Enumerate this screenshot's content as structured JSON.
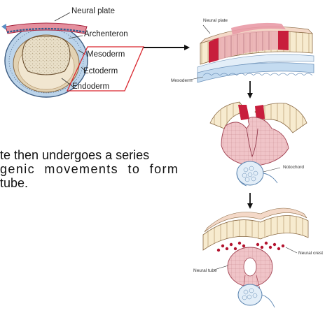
{
  "labels": {
    "neural_plate": "Neural plate",
    "archenteron": "Archenteron",
    "mesoderm": "Mesoderm",
    "ectoderm": "Ectoderm",
    "endoderm": "Endoderm",
    "neural_plate_small": "Neural plate",
    "mesoderm_small": "Mesoderm",
    "notochord": "Notochord",
    "neural_crest": "Neural crest",
    "neural_tube": "Neural tube"
  },
  "text": {
    "line1": "te then undergoes a series",
    "line2": "genic movements to form",
    "line3": "tube."
  },
  "colors": {
    "ectoderm_blue": "#b9d3ec",
    "neural_pink": "#e7a0ab",
    "neural_red": "#cc1f3b",
    "yolk_tan": "#e6dbc4",
    "highlight_red": "#d9262e",
    "notochord_blue": "#b7d2ef"
  }
}
